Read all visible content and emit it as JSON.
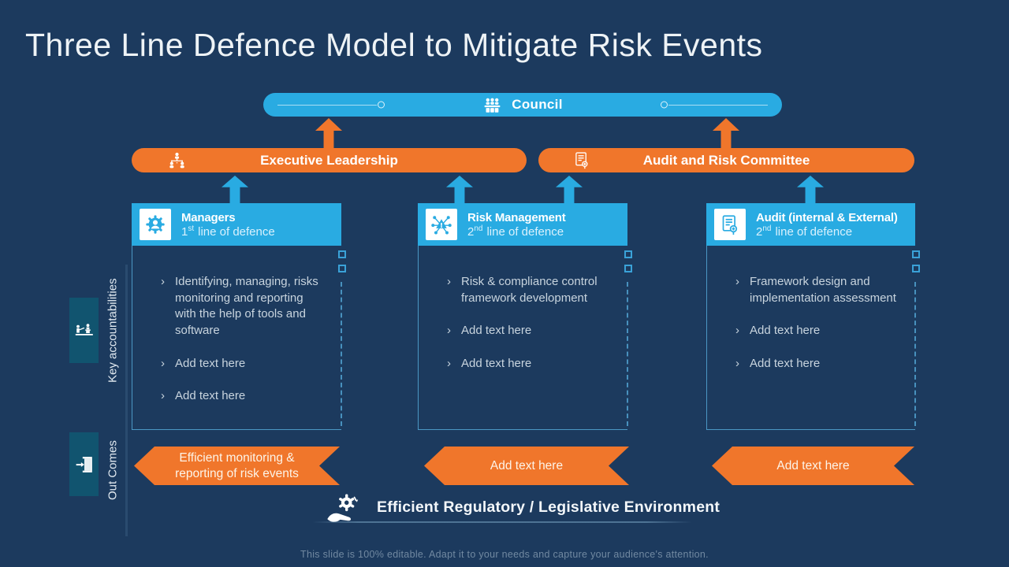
{
  "title": "Three Line Defence Model to Mitigate Risk Events",
  "glyphs": {
    "bullet": "›"
  },
  "council": {
    "label": "Council"
  },
  "boards": [
    {
      "label": "Executive Leadership"
    },
    {
      "label": "Audit and Risk Committee"
    }
  ],
  "columns": [
    {
      "title": "Managers",
      "line_num": "1",
      "line_suffix": "st",
      "line_rest": "line of defence",
      "bullets": [
        "Identifying, managing, risks monitoring and reporting with the help of tools and software",
        "Add text here",
        "Add text here"
      ],
      "banner_lines": [
        "Efficient monitoring &",
        "reporting of risk events"
      ]
    },
    {
      "title": "Risk Management",
      "line_num": "2",
      "line_suffix": "nd",
      "line_rest": "line of defence",
      "bullets": [
        "Risk & compliance control framework development",
        "Add text here",
        "Add text here"
      ],
      "banner_lines": [
        "Add text here"
      ]
    },
    {
      "title": "Audit (internal & External)",
      "line_num": "2",
      "line_suffix": "nd",
      "line_rest": "line of defence",
      "bullets": [
        "Framework design and implementation assessment",
        "Add text here",
        "Add text here"
      ],
      "banner_lines": [
        "Add text here"
      ]
    }
  ],
  "side_labels": {
    "top": "Key accountabilities",
    "bottom": "Out Comes"
  },
  "bottom_banner": {
    "label": "Efficient Regulatory / Legislative Environment"
  },
  "footer": "This slide is 100% editable. Adapt it to your needs and capture your audience's attention.",
  "colors": {
    "background": "#1c3a5e",
    "accent_cyan": "#29abe2",
    "accent_orange": "#f0762b",
    "teal_square": "#11546f"
  }
}
